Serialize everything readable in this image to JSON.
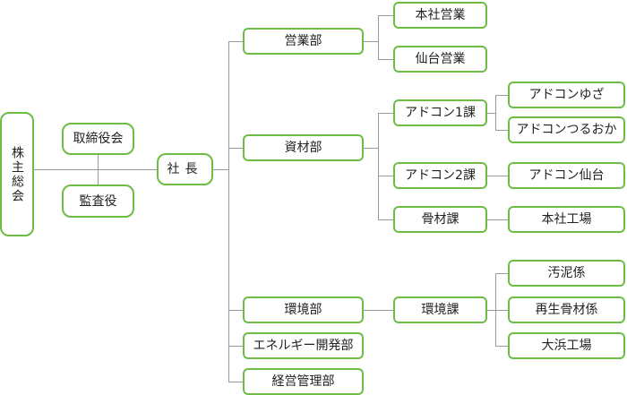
{
  "org_chart": {
    "shareholders": "株主総会",
    "board": "取締役会",
    "auditor": "監査役",
    "president": "社長",
    "departments": {
      "sales": {
        "label": "営業部",
        "children": [
          "本社営業",
          "仙台営業"
        ]
      },
      "materials": {
        "label": "資材部",
        "sections": [
          {
            "label": "アドコン1課",
            "children": [
              "アドコンゆざ",
              "アドコンつるおか"
            ]
          },
          {
            "label": "アドコン2課",
            "children": [
              "アドコン仙台"
            ]
          },
          {
            "label": "骨材課",
            "children": [
              "本社工場"
            ]
          }
        ]
      },
      "environment": {
        "label": "環境部",
        "sections": [
          {
            "label": "環境課",
            "children": [
              "汚泥係",
              "再生骨材係",
              "大浜工場"
            ]
          }
        ]
      },
      "energy": {
        "label": "エネルギー開発部"
      },
      "management": {
        "label": "経営管理部"
      }
    }
  },
  "colors": {
    "border": "#6dbd45",
    "line": "#9a9a9a",
    "text": "#222222"
  }
}
